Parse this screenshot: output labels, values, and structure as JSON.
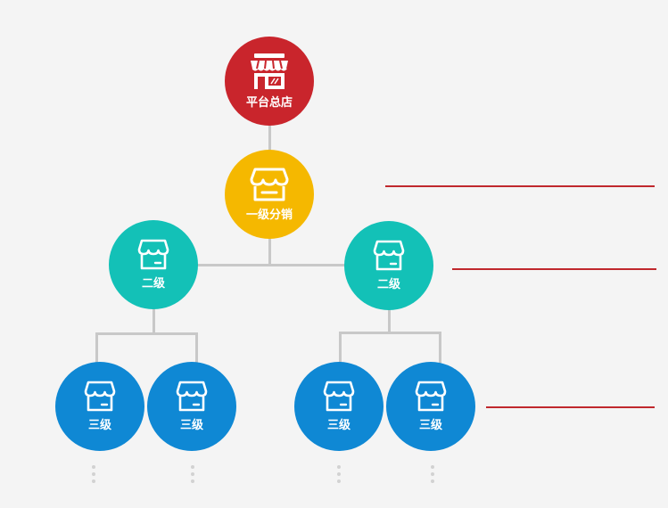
{
  "colors": {
    "root": "#c9252c",
    "level1": "#f5b800",
    "level2": "#13c1b7",
    "level3": "#0f88d4",
    "connector": "#c8c8c8",
    "guide_line": "#c0282d",
    "ellipsis_dot": "#d2d2d2"
  },
  "root": {
    "label": "平台总店",
    "icon": "storefront-icon"
  },
  "level1": {
    "label": "一级分销",
    "icon": "shop-awning-icon"
  },
  "level2": [
    {
      "label": "二级",
      "icon": "store-icon"
    },
    {
      "label": "二级",
      "icon": "store-icon"
    }
  ],
  "level3": [
    {
      "label": "三级",
      "icon": "store-icon"
    },
    {
      "label": "三级",
      "icon": "store-icon"
    },
    {
      "label": "三级",
      "icon": "store-icon"
    },
    {
      "label": "三级",
      "icon": "store-icon"
    }
  ]
}
